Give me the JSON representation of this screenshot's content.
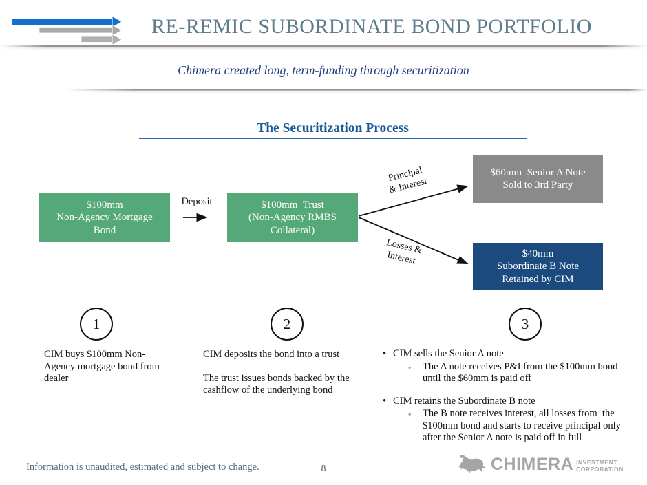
{
  "colors": {
    "accent_blue": "#1470c8",
    "title_text": "#5d7c8e",
    "subtitle_text": "#1f4080",
    "section_heading": "#1a5a96",
    "heading_underline": "#2a6db5",
    "green_box": "#55a877",
    "gray_box": "#8a8a8a",
    "navy_box": "#1b4b7e",
    "footer_text": "#4e6d84",
    "logo_gray": "#a2a6a9"
  },
  "header": {
    "title": "RE-REMIC SUBORDINATE BOND PORTFOLIO",
    "subtitle": "Chimera created long, term-funding through securitization"
  },
  "section": {
    "heading": "The Securitization Process"
  },
  "diagram": {
    "bond_box": {
      "line1": "$100mm",
      "line2": "Non-Agency Mortgage",
      "line3": "Bond"
    },
    "deposit_label": "Deposit",
    "trust_box": {
      "line1": "$100mm  Trust",
      "line2": "(Non-Agency RMBS",
      "line3": "Collateral)"
    },
    "principal_label": {
      "line1": "Principal",
      "line2": "& Interest"
    },
    "losses_label": {
      "line1": "Losses &",
      "line2": "Interest"
    },
    "senior_box": {
      "line1": "$60mm  Senior A Note",
      "line2": "Sold to 3rd Party"
    },
    "subordinate_box": {
      "line1": "$40mm",
      "line2": "Subordinate B Note",
      "line3": "Retained by CIM"
    }
  },
  "steps": {
    "one": {
      "number": "1",
      "text": "CIM buys $100mm Non-\nAgency mortgage bond from\ndealer"
    },
    "two": {
      "number": "2",
      "para1": "CIM deposits the bond into a trust",
      "para2": "The trust issues bonds backed by the\ncashflow of the underlying bond"
    },
    "three": {
      "number": "3",
      "bullet_marker": "•",
      "sub_marker": "◦",
      "bullet1": "CIM sells the Senior A note",
      "sub1": "The A note receives P&I from the $100mm bond\nuntil the $60mm is paid off",
      "bullet2": "CIM retains the Subordinate B note",
      "sub2": "The B note receives interest, all losses from  the\n$100mm bond and starts to receive principal only\nafter the Senior A note is paid off in full"
    }
  },
  "footer": {
    "disclaimer": "Information is unaudited, estimated and subject to change.",
    "page_number": "8",
    "logo_wordmark": "CHIMERA",
    "logo_line1": "INVESTMENT",
    "logo_line2": "CORPORATION"
  }
}
